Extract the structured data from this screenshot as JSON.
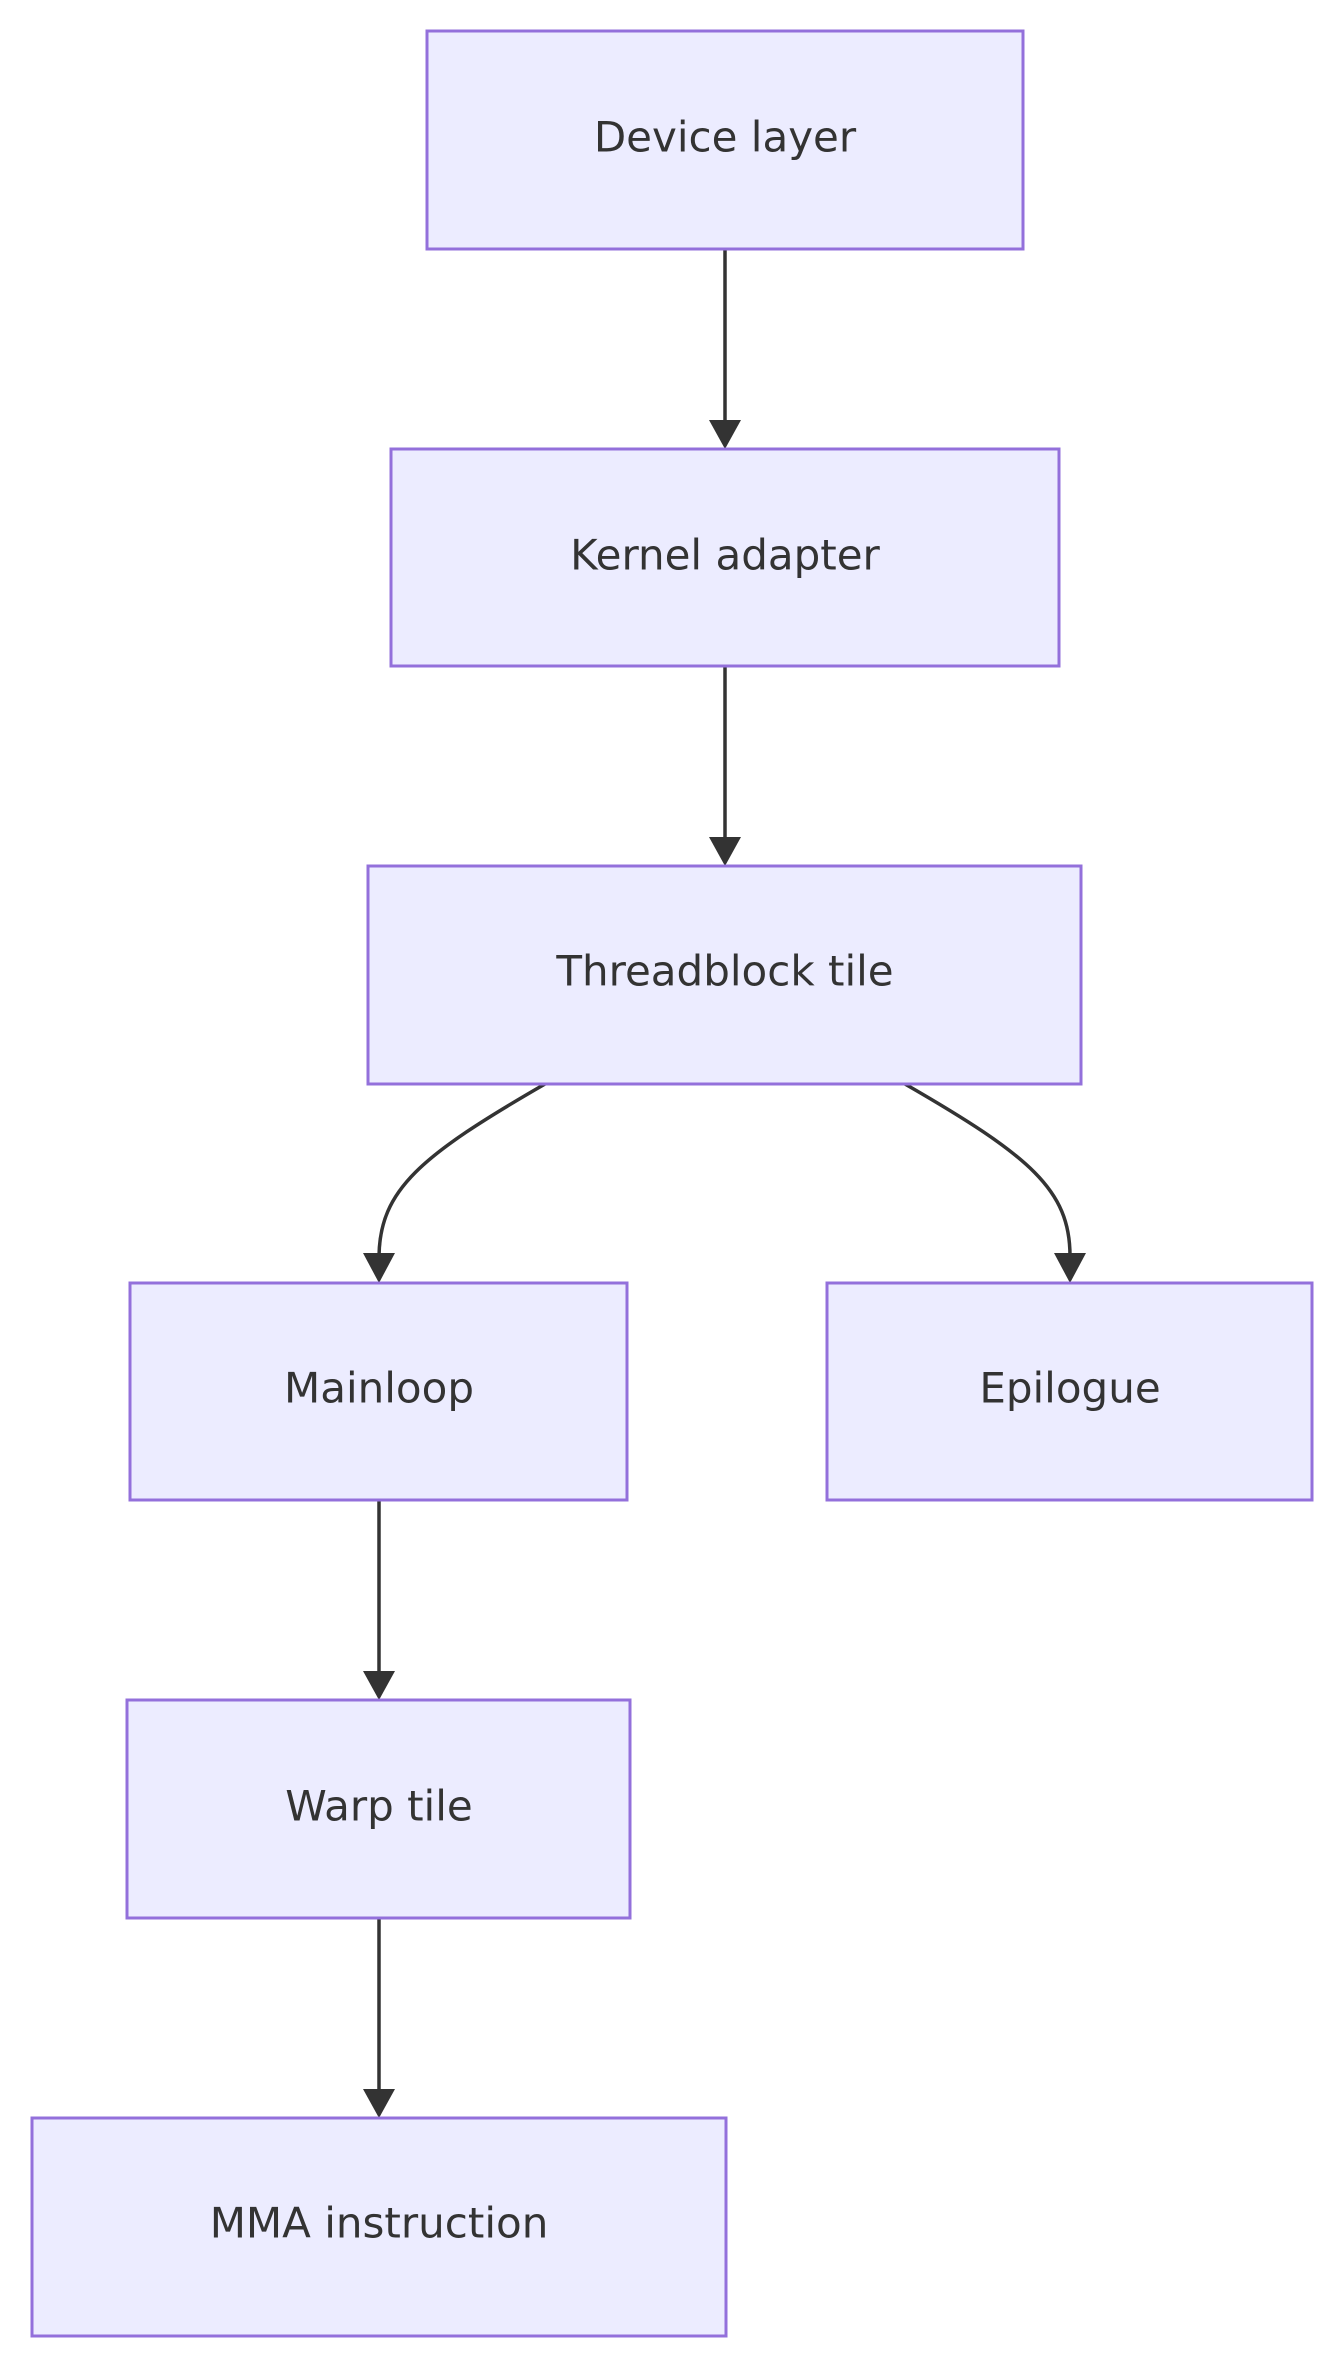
{
  "diagram": {
    "type": "flowchart",
    "direction": "top-down",
    "colors": {
      "node_fill": "#ECECFF",
      "node_border": "#9370DB",
      "edge": "#333333",
      "text": "#333333"
    },
    "nodes": [
      {
        "id": "device",
        "label": "Device layer"
      },
      {
        "id": "kernel",
        "label": "Kernel adapter"
      },
      {
        "id": "threadblock",
        "label": "Threadblock tile"
      },
      {
        "id": "mainloop",
        "label": "Mainloop"
      },
      {
        "id": "epilogue",
        "label": "Epilogue"
      },
      {
        "id": "warp",
        "label": "Warp tile"
      },
      {
        "id": "mma",
        "label": "MMA instruction"
      }
    ],
    "edges": [
      {
        "from": "device",
        "to": "kernel"
      },
      {
        "from": "kernel",
        "to": "threadblock"
      },
      {
        "from": "threadblock",
        "to": "mainloop"
      },
      {
        "from": "threadblock",
        "to": "epilogue"
      },
      {
        "from": "mainloop",
        "to": "warp"
      },
      {
        "from": "warp",
        "to": "mma"
      }
    ]
  }
}
